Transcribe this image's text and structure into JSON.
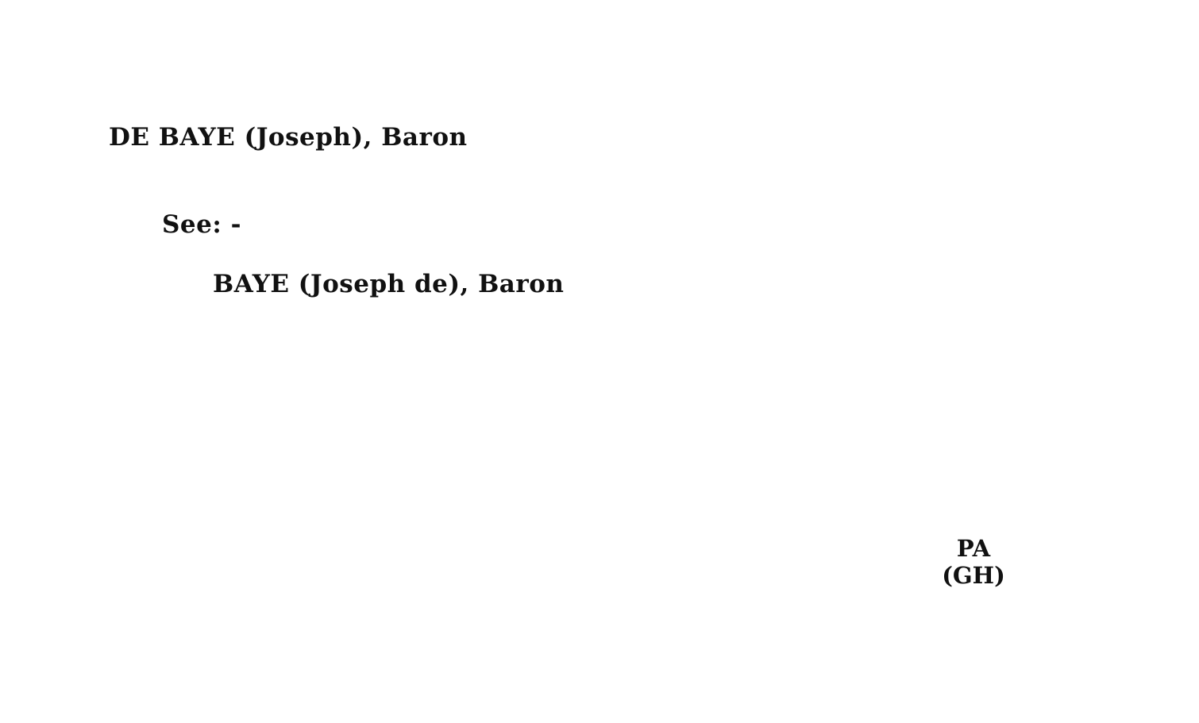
{
  "card": {
    "heading": "DE BAYE (Joseph), Baron",
    "see_label": "See: -",
    "see_target": "BAYE (Joseph de), Baron",
    "code": {
      "line1": "PA",
      "line2": "(GH)"
    }
  }
}
